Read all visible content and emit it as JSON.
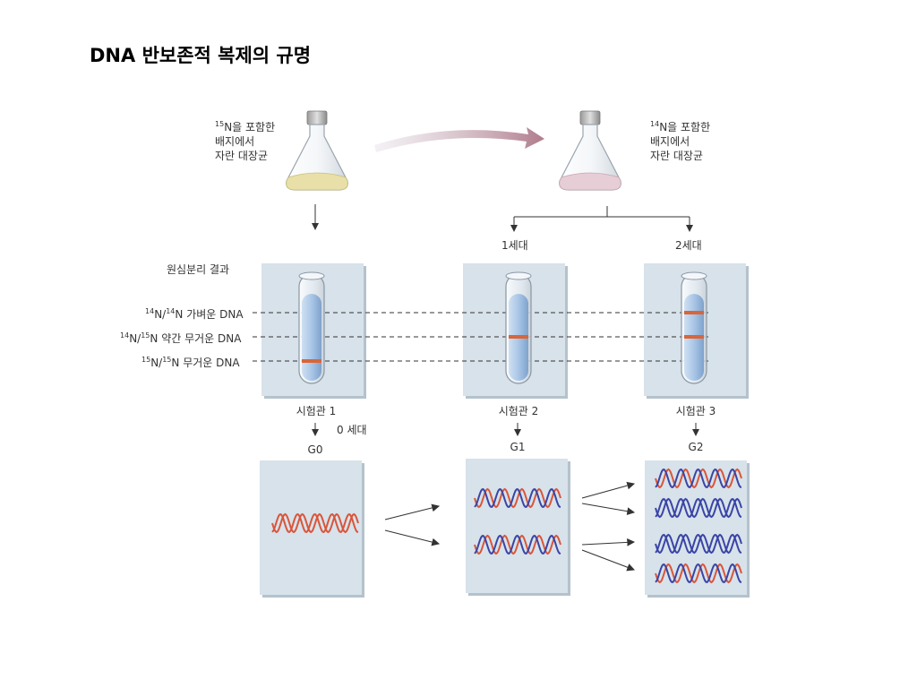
{
  "title": "DNA 반보존적 복제의 규명",
  "flask_left": {
    "superscript": "15",
    "line1": "N을 포함한",
    "line2": "배지에서",
    "line3": "자란 대장균",
    "medium_color": "#e8e0a8"
  },
  "flask_right": {
    "superscript": "14",
    "line1": "N을 포함한",
    "line2": "배지에서",
    "line3": "자란 대장균",
    "medium_color": "#e6cdd6"
  },
  "generations_top": [
    "1세대",
    "2세대"
  ],
  "centrifuge_label": "원심분리 결과",
  "density_bands": [
    {
      "sup_a": "14",
      "mid": "N/",
      "sup_b": "14",
      "tail": "N 가벼운 DNA"
    },
    {
      "sup_a": "14",
      "mid": "N/",
      "sup_b": "15",
      "tail": "N 약간 무거운 DNA"
    },
    {
      "sup_a": "15",
      "mid": "N/",
      "sup_b": "15",
      "tail": "N  무거운 DNA"
    }
  ],
  "tubes": [
    {
      "label": "시험관 1",
      "band_levels": [
        "heavy"
      ]
    },
    {
      "label": "시험관 2",
      "band_levels": [
        "intermediate"
      ]
    },
    {
      "label": "시험관 3",
      "band_levels": [
        "light",
        "intermediate"
      ]
    }
  ],
  "generation_zero_note": "0 세대",
  "generation_codes": [
    "G0",
    "G1",
    "G2"
  ],
  "helix_colors": {
    "old_strand": "#d9553a",
    "new_strand": "#3a44a6"
  },
  "colors": {
    "panel": "#d7e2ea",
    "band": "#d9653a",
    "liquid": "#a9c6e6",
    "arrow": "#b07c8c"
  }
}
